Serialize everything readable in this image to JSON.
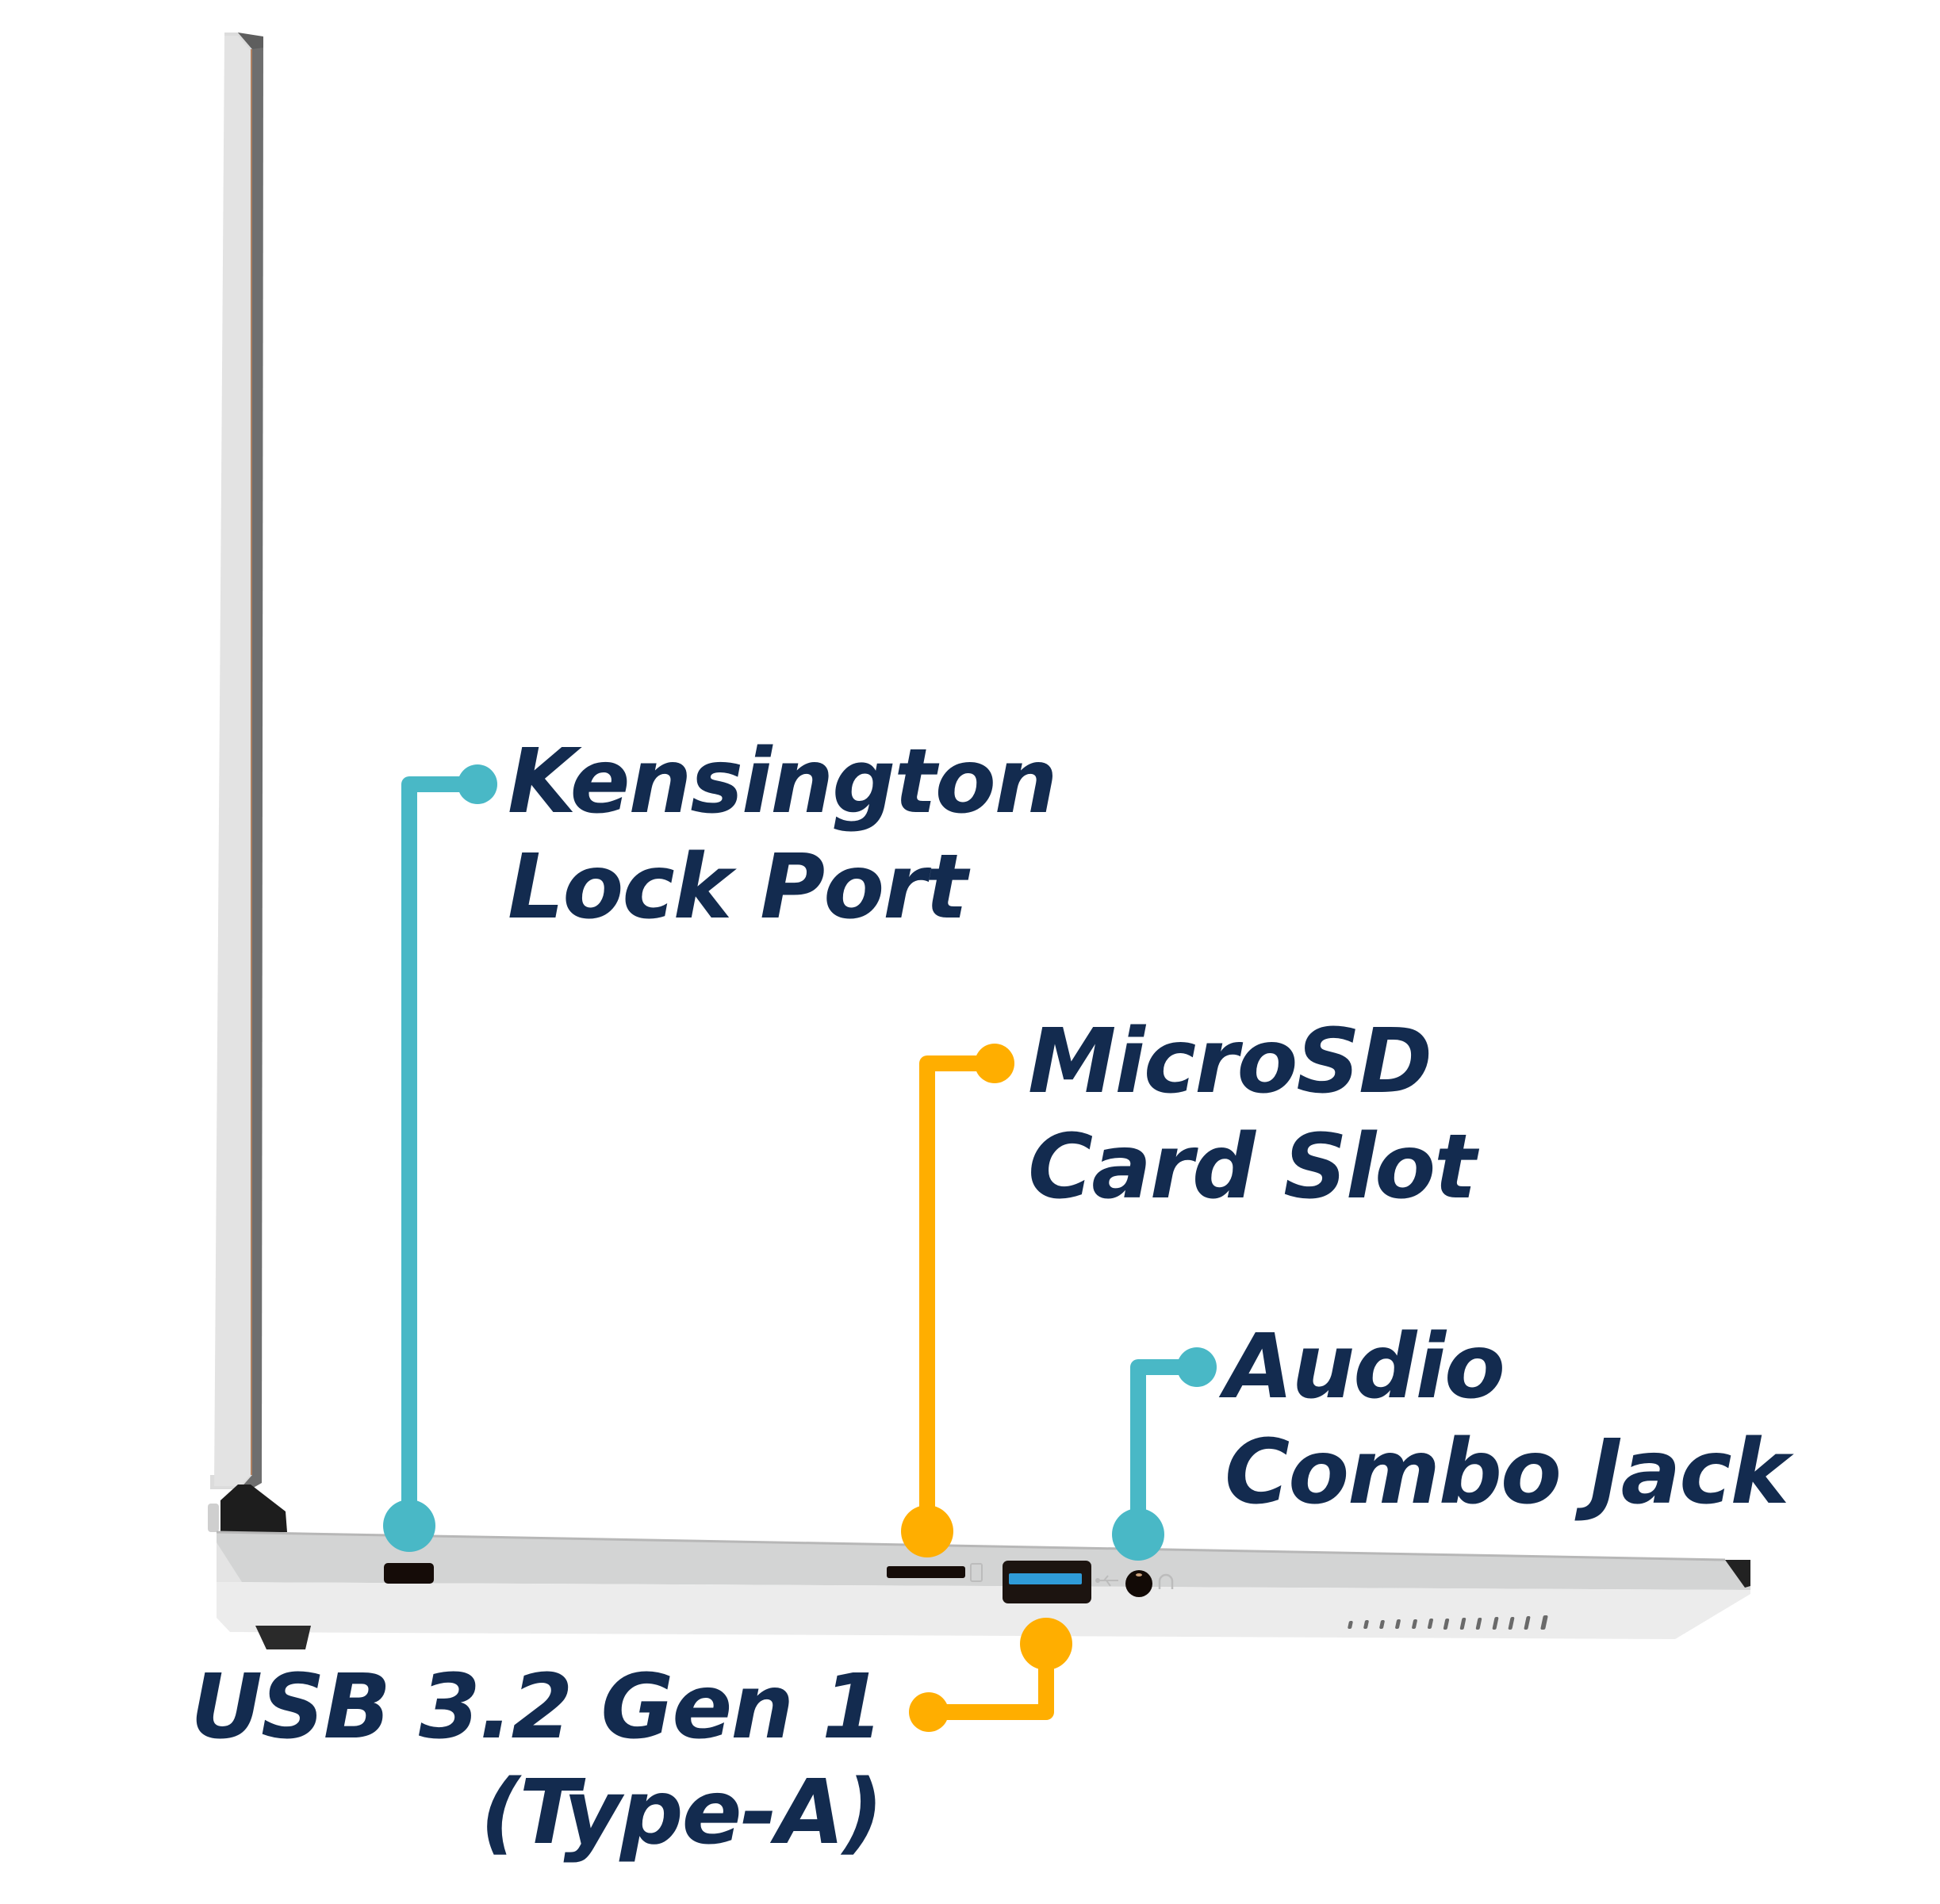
{
  "colors": {
    "label_text": "#132B4F",
    "callout_teal": "#49B8C6",
    "callout_orange": "#FFAE00",
    "chassis_light": "#E8E8E8",
    "chassis_mid": "#D3D4D4",
    "chassis_dark": "#222222",
    "usb_blue": "#2F9BD8",
    "background": "#FFFFFF"
  },
  "callouts": [
    {
      "id": "kensington",
      "color": "teal",
      "lines": [
        "Kensington",
        "Lock Port"
      ]
    },
    {
      "id": "microsd",
      "color": "orange",
      "lines": [
        "MicroSD",
        "Card Slot"
      ]
    },
    {
      "id": "audio",
      "color": "teal",
      "lines": [
        "Audio",
        "Combo Jack"
      ]
    },
    {
      "id": "usb",
      "color": "orange",
      "lines": [
        "USB 3.2 Gen 1",
        "(Type-A)"
      ]
    }
  ],
  "ports": [
    {
      "name": "Kensington lock slot",
      "icon": "lock-slot-icon"
    },
    {
      "name": "MicroSD card slot",
      "icon": "sd-card-icon"
    },
    {
      "name": "USB 3.2 Gen 1 Type-A port",
      "icon": "usb-icon"
    },
    {
      "name": "Audio combo jack",
      "icon": "headset-icon"
    }
  ],
  "vent_slot_count": 13
}
